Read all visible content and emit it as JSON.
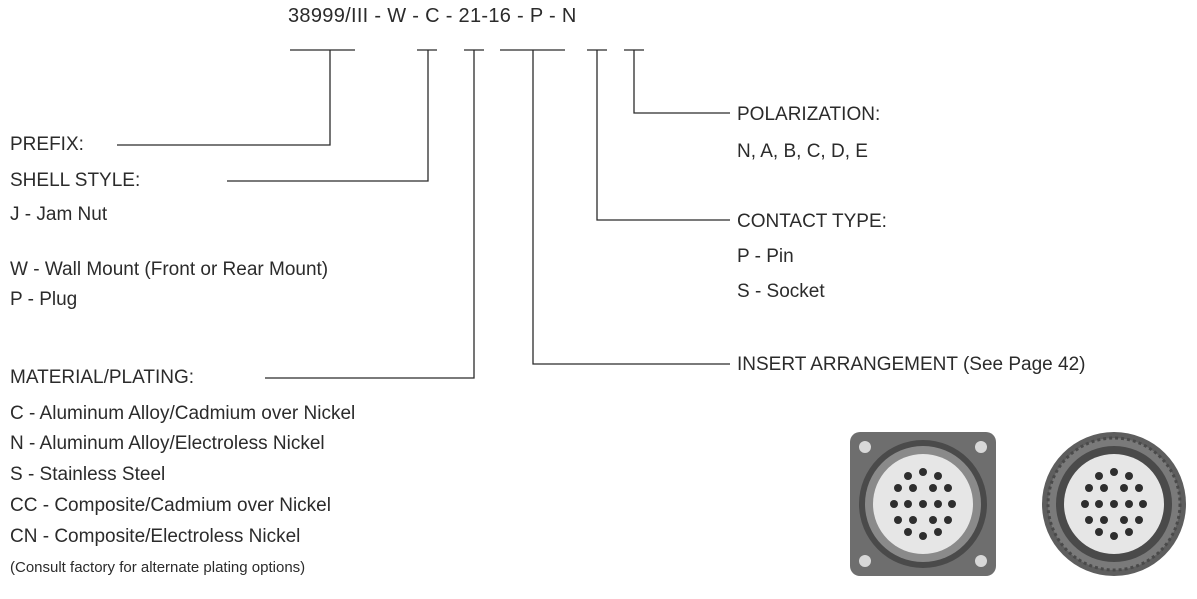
{
  "part_number": {
    "prefix": "38999/III",
    "shell": "W",
    "material": "C",
    "insert": "21-16",
    "contact": "P",
    "polarization": "N",
    "separator": " - "
  },
  "prefix": {
    "label": "PREFIX:"
  },
  "shell_style": {
    "label": "SHELL STYLE:",
    "options": [
      "J - Jam Nut",
      "W - Wall Mount (Front or Rear Mount)",
      "P - Plug"
    ]
  },
  "material_plating": {
    "label": "MATERIAL/PLATING:",
    "options": [
      "C - Aluminum Alloy/Cadmium over Nickel",
      "N - Aluminum Alloy/Electroless Nickel",
      "S - Stainless Steel",
      "CC - Composite/Cadmium over Nickel",
      "CN - Composite/Electroless Nickel"
    ],
    "note": "(Consult factory for alternate plating options)"
  },
  "polarization": {
    "label": "POLARIZATION:",
    "options": "N, A, B, C, D, E"
  },
  "contact_type": {
    "label": "CONTACT TYPE:",
    "options": [
      "P - Pin",
      "S - Socket"
    ]
  },
  "insert_arrangement": {
    "label": "INSERT ARRANGEMENT (See Page 42)"
  },
  "colors": {
    "text": "#2b2b2b",
    "connector_body": "#6b6b6b",
    "insert_face": "#e6e6e6"
  },
  "icons": [
    "wall-mount-connector-photo",
    "plug-connector-photo"
  ]
}
